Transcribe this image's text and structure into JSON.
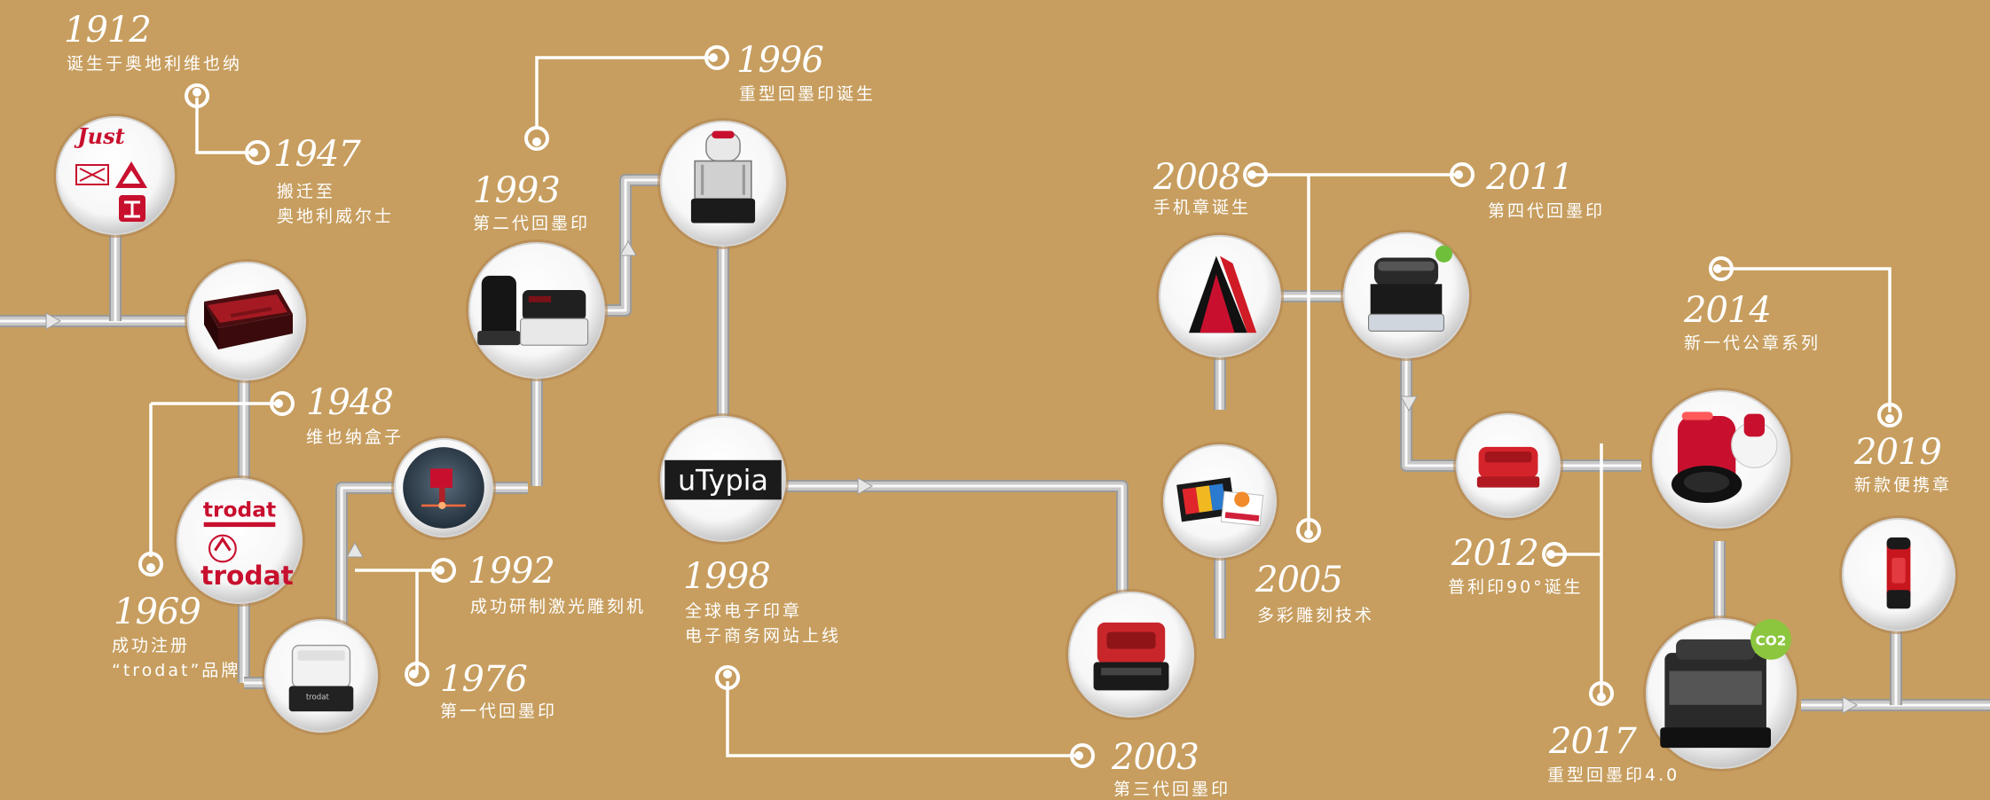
{
  "palette": {
    "background": "#c79e5f",
    "pipe": "#c9c9c9",
    "pipe_highlight": "#ffffff",
    "thin_line": "#ffffff",
    "accent_red": "#c8102e",
    "ink": "#1b1b1b"
  },
  "events": [
    {
      "id": "1912",
      "year": "1912",
      "lines": [
        "诞生于奥地利维也纳"
      ]
    },
    {
      "id": "1947",
      "year": "1947",
      "lines": [
        "搬迁至",
        "奥地利威尔士"
      ]
    },
    {
      "id": "1948",
      "year": "1948",
      "lines": [
        "维也纳盒子"
      ]
    },
    {
      "id": "1969",
      "year": "1969",
      "lines": [
        "成功注册",
        "“trodat”品牌"
      ]
    },
    {
      "id": "1976",
      "year": "1976",
      "lines": [
        "第一代回墨印"
      ]
    },
    {
      "id": "1992",
      "year": "1992",
      "lines": [
        "成功研制激光雕刻机"
      ]
    },
    {
      "id": "1993",
      "year": "1993",
      "lines": [
        "第二代回墨印"
      ]
    },
    {
      "id": "1996",
      "year": "1996",
      "lines": [
        "重型回墨印诞生"
      ]
    },
    {
      "id": "1998",
      "year": "1998",
      "lines": [
        "全球电子印章",
        "电子商务网站上线"
      ]
    },
    {
      "id": "2003",
      "year": "2003",
      "lines": [
        "第三代回墨印"
      ]
    },
    {
      "id": "2005",
      "year": "2005",
      "lines": [
        "多彩雕刻技术"
      ]
    },
    {
      "id": "2008",
      "year": "2008",
      "lines": [
        "手机章诞生"
      ]
    },
    {
      "id": "2011",
      "year": "2011",
      "lines": [
        "第四代回墨印"
      ]
    },
    {
      "id": "2012",
      "year": "2012",
      "lines": [
        "普利印90°诞生"
      ]
    },
    {
      "id": "2014",
      "year": "2014",
      "lines": [
        "新一代公章系列"
      ]
    },
    {
      "id": "2017",
      "year": "2017",
      "lines": [
        "重型回墨印4.0"
      ]
    },
    {
      "id": "2019",
      "year": "2019",
      "lines": [
        "新款便携章"
      ]
    }
  ],
  "product_nodes": [
    {
      "id": "n1912",
      "icon": "just-logo-icon",
      "logo_text": "Just"
    },
    {
      "id": "n1948",
      "icon": "vienna-box-icon"
    },
    {
      "id": "n1969",
      "icon": "trodat-logo-icon",
      "logo_text": "trodat"
    },
    {
      "id": "n1976",
      "icon": "self-inking-stamp-icon",
      "logo_text": "trodat"
    },
    {
      "id": "n1992",
      "icon": "laser-engraver-icon"
    },
    {
      "id": "n1993",
      "icon": "stamp-pair-icon"
    },
    {
      "id": "n1996",
      "icon": "heavy-stamp-icon"
    },
    {
      "id": "n1998",
      "icon": "utypia-logo-icon",
      "logo_text": "uTypia"
    },
    {
      "id": "n2003",
      "icon": "red-stamp-icon"
    },
    {
      "id": "n2005",
      "icon": "color-stamp-pad-icon"
    },
    {
      "id": "n2008",
      "icon": "mobile-stamp-icon"
    },
    {
      "id": "n2011",
      "icon": "fourth-gen-stamp-icon"
    },
    {
      "id": "n2012",
      "icon": "printy-90-stamp-icon"
    },
    {
      "id": "n2014",
      "icon": "seal-stamp-icon"
    },
    {
      "id": "n2017",
      "icon": "heavy-stamp-4-icon",
      "badge": "CO2"
    },
    {
      "id": "n2019",
      "icon": "pocket-stamp-icon"
    }
  ]
}
